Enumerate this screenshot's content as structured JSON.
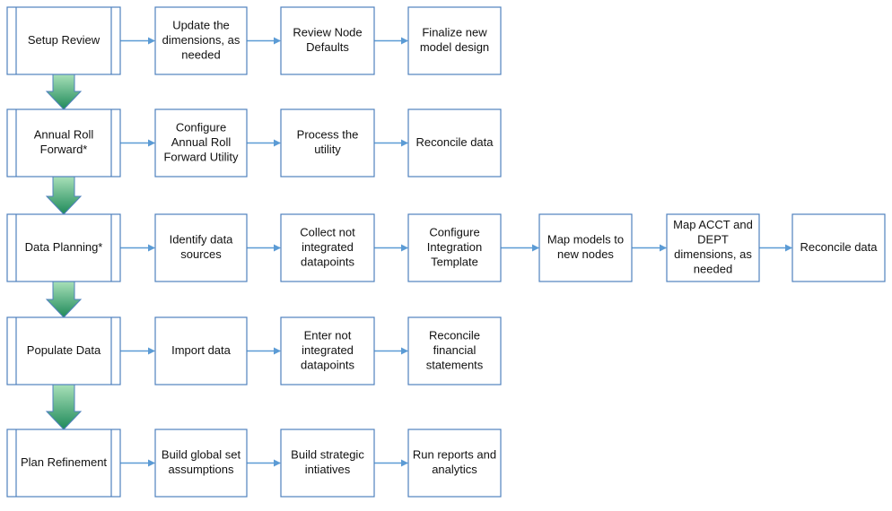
{
  "colors": {
    "box_border": "#4f81bd",
    "box_fill": "#ffffff",
    "arrow": "#5b9bd5",
    "down_arrow_top": "#a8e0b8",
    "down_arrow_bottom": "#1f8a5a",
    "text": "#111111"
  },
  "rows": [
    {
      "phase": [
        "Setup Review"
      ],
      "steps": [
        [
          "Update the",
          "dimensions, as",
          "needed"
        ],
        [
          "Review Node",
          "Defaults"
        ],
        [
          "Finalize new",
          "model design"
        ]
      ]
    },
    {
      "phase": [
        "Annual Roll",
        "Forward*"
      ],
      "steps": [
        [
          "Configure",
          "Annual Roll",
          "Forward Utility"
        ],
        [
          "Process the",
          "utility"
        ],
        [
          "Reconcile data"
        ]
      ]
    },
    {
      "phase": [
        "Data Planning*"
      ],
      "steps": [
        [
          "Identify data",
          "sources"
        ],
        [
          "Collect not",
          "integrated",
          "datapoints"
        ],
        [
          "Configure",
          "Integration",
          "Template"
        ],
        [
          "Map models to",
          "new nodes"
        ],
        [
          "Map ACCT and",
          "DEPT",
          "dimensions, as",
          "needed"
        ],
        [
          "Reconcile data"
        ]
      ]
    },
    {
      "phase": [
        "Populate Data"
      ],
      "steps": [
        [
          "Import data"
        ],
        [
          "Enter not",
          "integrated",
          "datapoints"
        ],
        [
          "Reconcile",
          "financial",
          "statements"
        ]
      ]
    },
    {
      "phase": [
        "Plan Refinement"
      ],
      "steps": [
        [
          "Build global set",
          "assumptions"
        ],
        [
          "Build strategic",
          "intiatives"
        ],
        [
          "Run reports and",
          "analytics"
        ]
      ]
    }
  ]
}
